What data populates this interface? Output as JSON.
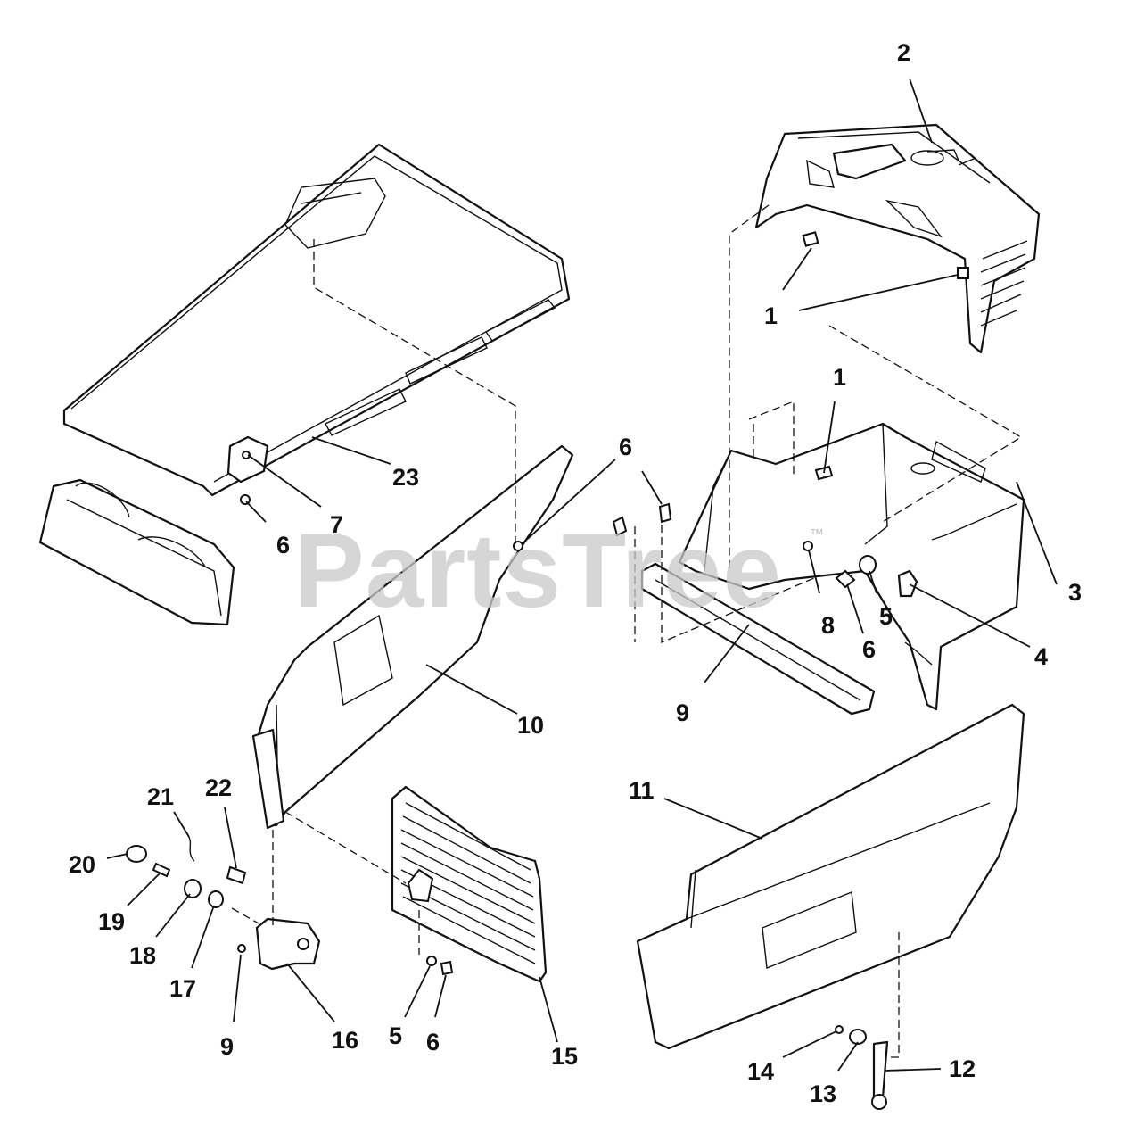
{
  "watermark": {
    "text": "PartsTree",
    "trademark": "™"
  },
  "callouts": [
    {
      "id": "c-2",
      "label": "2"
    },
    {
      "id": "c-1a",
      "label": "1"
    },
    {
      "id": "c-1b",
      "label": "1"
    },
    {
      "id": "c-23",
      "label": "23"
    },
    {
      "id": "c-7",
      "label": "7"
    },
    {
      "id": "c-6a",
      "label": "6"
    },
    {
      "id": "c-6b",
      "label": "6"
    },
    {
      "id": "c-6c",
      "label": "6"
    },
    {
      "id": "c-3",
      "label": "3"
    },
    {
      "id": "c-5a",
      "label": "5"
    },
    {
      "id": "c-8",
      "label": "8"
    },
    {
      "id": "c-4",
      "label": "4"
    },
    {
      "id": "c-9a",
      "label": "9"
    },
    {
      "id": "c-10",
      "label": "10"
    },
    {
      "id": "c-11",
      "label": "11"
    },
    {
      "id": "c-21",
      "label": "21"
    },
    {
      "id": "c-22",
      "label": "22"
    },
    {
      "id": "c-20",
      "label": "20"
    },
    {
      "id": "c-19",
      "label": "19"
    },
    {
      "id": "c-18",
      "label": "18"
    },
    {
      "id": "c-17",
      "label": "17"
    },
    {
      "id": "c-9b",
      "label": "9"
    },
    {
      "id": "c-16",
      "label": "16"
    },
    {
      "id": "c-5b",
      "label": "5"
    },
    {
      "id": "c-6d",
      "label": "6"
    },
    {
      "id": "c-15",
      "label": "15"
    },
    {
      "id": "c-14",
      "label": "14"
    },
    {
      "id": "c-13",
      "label": "13"
    },
    {
      "id": "c-12",
      "label": "12"
    }
  ]
}
